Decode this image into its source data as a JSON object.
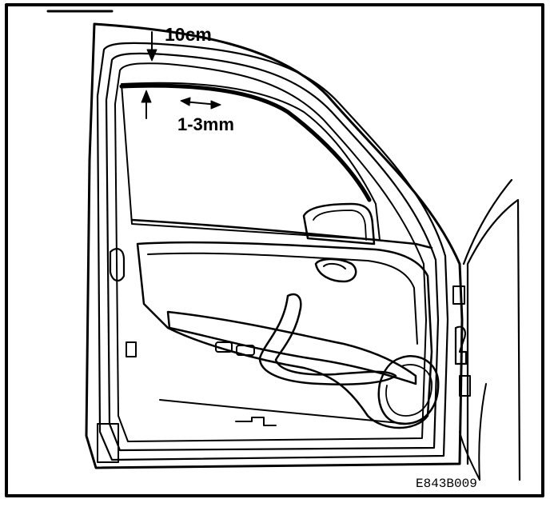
{
  "diagram": {
    "labels": {
      "gap_top": "10cm",
      "gap_seal": "1-3mm",
      "figure_code": "E843B009"
    },
    "colors": {
      "line": "#000000",
      "background": "#ffffff"
    }
  }
}
